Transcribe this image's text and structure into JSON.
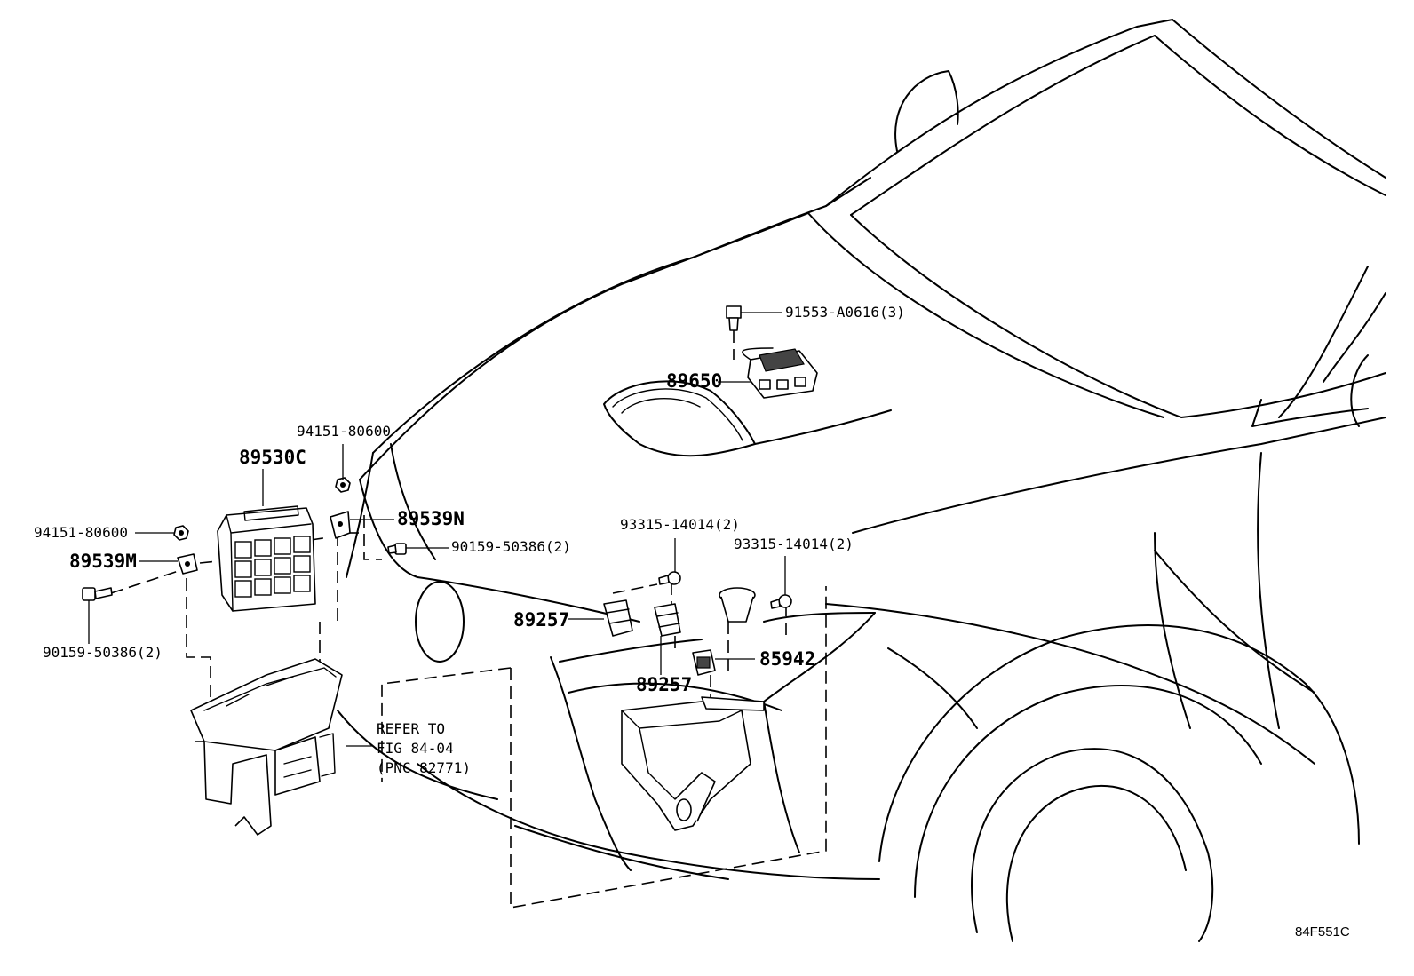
{
  "diagram_id": "84F551C",
  "callouts": {
    "bolt_91553": "91553-A0616(3)",
    "sensor_89650": "89650",
    "nut_top": "94151-80600",
    "ecu_89530c": "89530C",
    "bracket_89539n": "89539N",
    "screw_right": "90159-50386(2)",
    "nut_left": "94151-80600",
    "bracket_89539m": "89539M",
    "screw_left": "90159-50386(2)",
    "bolt_93315_a": "93315-14014(2)",
    "bolt_93315_b": "93315-14014(2)",
    "sensor_89257_a": "89257",
    "sensor_89257_b": "89257",
    "relay_85942": "85942"
  },
  "reference_note": {
    "line1": "REFER TO",
    "line2": "FIG 84-04",
    "line3": "(PNC 82771)"
  }
}
